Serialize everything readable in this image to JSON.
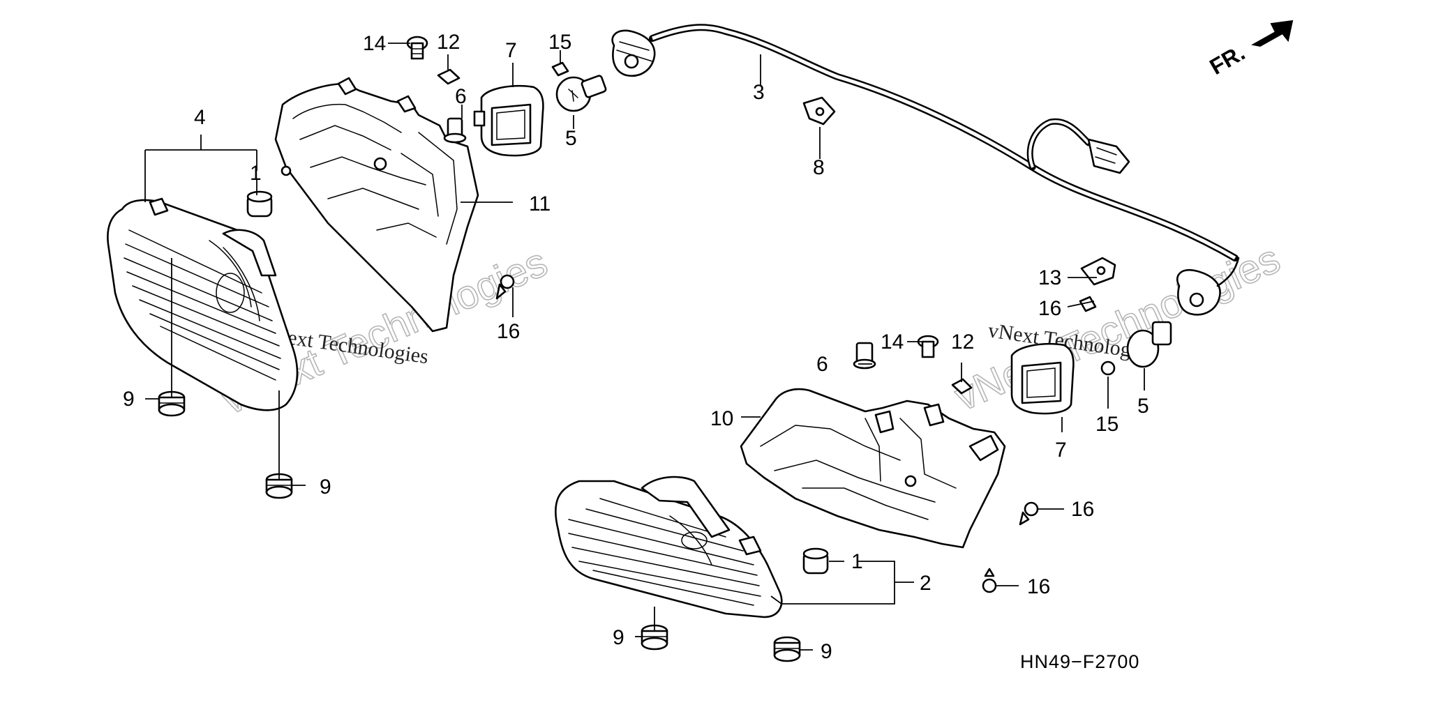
{
  "diagram": {
    "figure_code": "HN49−F2700",
    "direction_label": "FR.",
    "watermark": {
      "outline_text": "vNext Technologies",
      "small_text": "vNext Technologies"
    },
    "callouts": [
      "1",
      "2",
      "3",
      "4",
      "5",
      "6",
      "7",
      "8",
      "9",
      "10",
      "11",
      "12",
      "13",
      "14",
      "15",
      "16"
    ]
  }
}
